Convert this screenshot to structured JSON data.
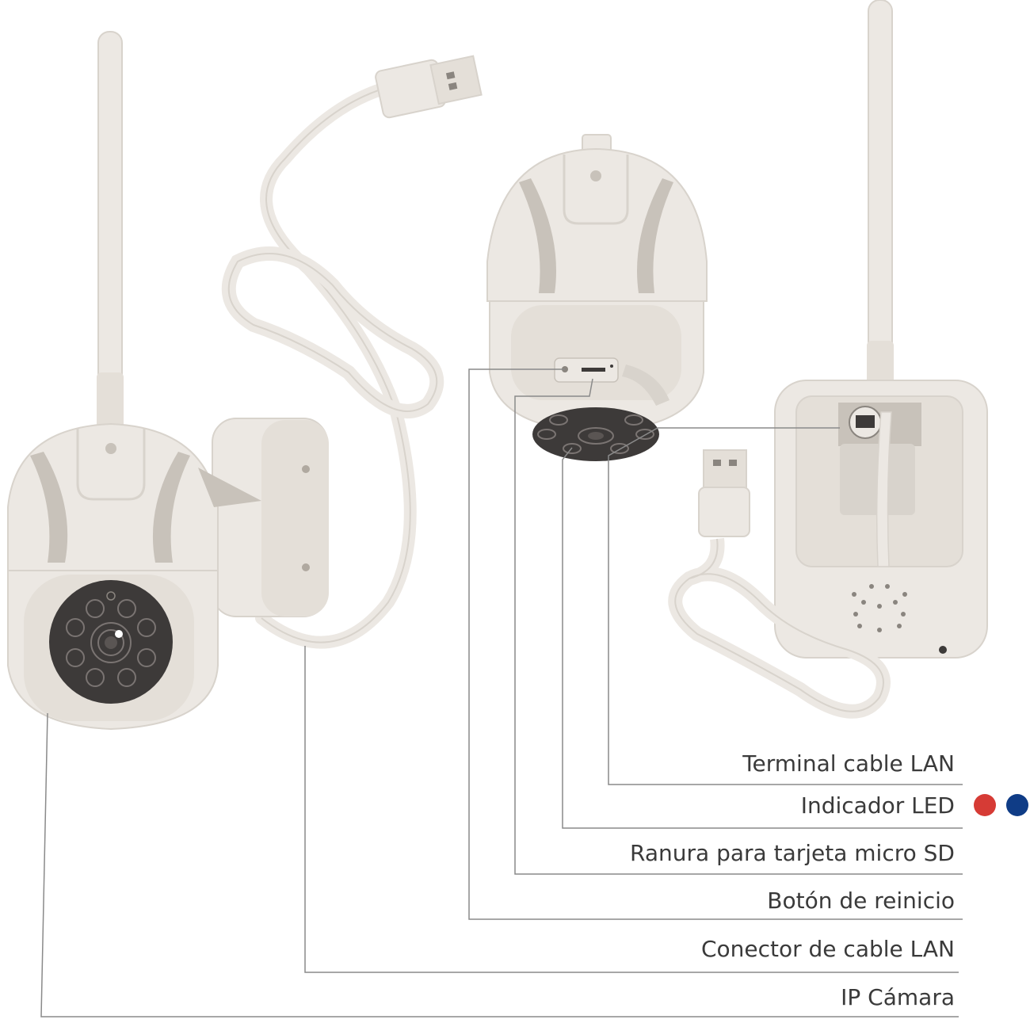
{
  "colors": {
    "body": "#ece8e3",
    "shade": "#d8d3cc",
    "dark_shade": "#c8c2ba",
    "lens": "#3d3a39",
    "leader_line": "#8a8a8a",
    "led_red": "#d63b35",
    "led_blue": "#0f3c86"
  },
  "labels": [
    {
      "id": "lan-terminal",
      "text": "Terminal cable LAN"
    },
    {
      "id": "led-indicator",
      "text": "Indicador LED"
    },
    {
      "id": "sd-slot",
      "text": "Ranura para tarjeta micro SD"
    },
    {
      "id": "reset-button",
      "text": "Botón de reinicio"
    },
    {
      "id": "lan-connector",
      "text": "Conector de cable LAN"
    },
    {
      "id": "ip-camera",
      "text": "IP Cámara"
    }
  ],
  "led_dots": [
    {
      "name": "red",
      "color": "#d63b35"
    },
    {
      "name": "blue",
      "color": "#0f3c86"
    }
  ]
}
